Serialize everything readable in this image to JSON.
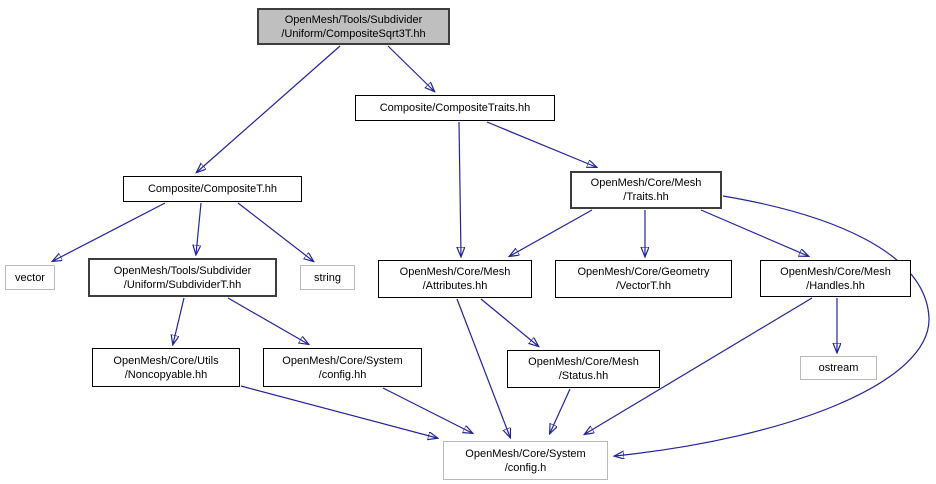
{
  "diagram": {
    "type": "include-dependency-graph",
    "colors": {
      "edge": "#23239b",
      "root_fill": "#bfbfbf",
      "node_border": "#000000",
      "external_border": "#b9b9b9",
      "background": "#ffffff"
    },
    "nodes": {
      "composite_sqrt3t": {
        "line1": "OpenMesh/Tools/Subdivider",
        "line2": "/Uniform/CompositeSqrt3T.hh",
        "style": "root"
      },
      "composite_traits": {
        "line1": "Composite/CompositeTraits.hh",
        "style": "normal"
      },
      "composite_t": {
        "line1": "Composite/CompositeT.hh",
        "style": "normal"
      },
      "traits": {
        "line1": "OpenMesh/Core/Mesh",
        "line2": "/Traits.hh",
        "style": "thick"
      },
      "vector": {
        "line1": "vector",
        "style": "external"
      },
      "subdividert": {
        "line1": "OpenMesh/Tools/Subdivider",
        "line2": "/Uniform/SubdividerT.hh",
        "style": "thick"
      },
      "string": {
        "line1": "string",
        "style": "external"
      },
      "attributes": {
        "line1": "OpenMesh/Core/Mesh",
        "line2": "/Attributes.hh",
        "style": "normal"
      },
      "vectort": {
        "line1": "OpenMesh/Core/Geometry",
        "line2": "/VectorT.hh",
        "style": "normal"
      },
      "handles": {
        "line1": "OpenMesh/Core/Mesh",
        "line2": "/Handles.hh",
        "style": "normal"
      },
      "noncopyable": {
        "line1": "OpenMesh/Core/Utils",
        "line2": "/Noncopyable.hh",
        "style": "normal"
      },
      "confighh": {
        "line1": "OpenMesh/Core/System",
        "line2": "/config.hh",
        "style": "normal"
      },
      "status": {
        "line1": "OpenMesh/Core/Mesh",
        "line2": "/Status.hh",
        "style": "normal"
      },
      "ostream": {
        "line1": "ostream",
        "style": "external"
      },
      "configh": {
        "line1": "OpenMesh/Core/System",
        "line2": "/config.h",
        "style": "external"
      }
    },
    "edges": [
      {
        "from": "composite_sqrt3t",
        "to": "composite_t"
      },
      {
        "from": "composite_sqrt3t",
        "to": "composite_traits"
      },
      {
        "from": "composite_traits",
        "to": "attributes"
      },
      {
        "from": "composite_traits",
        "to": "traits"
      },
      {
        "from": "composite_t",
        "to": "vector"
      },
      {
        "from": "composite_t",
        "to": "subdividert"
      },
      {
        "from": "composite_t",
        "to": "string"
      },
      {
        "from": "traits",
        "to": "attributes"
      },
      {
        "from": "traits",
        "to": "vectort"
      },
      {
        "from": "traits",
        "to": "handles"
      },
      {
        "from": "traits",
        "to": "configh"
      },
      {
        "from": "subdividert",
        "to": "noncopyable"
      },
      {
        "from": "subdividert",
        "to": "confighh"
      },
      {
        "from": "attributes",
        "to": "configh"
      },
      {
        "from": "attributes",
        "to": "status"
      },
      {
        "from": "handles",
        "to": "ostream"
      },
      {
        "from": "handles",
        "to": "configh"
      },
      {
        "from": "noncopyable",
        "to": "configh"
      },
      {
        "from": "confighh",
        "to": "configh"
      },
      {
        "from": "status",
        "to": "configh"
      }
    ]
  }
}
